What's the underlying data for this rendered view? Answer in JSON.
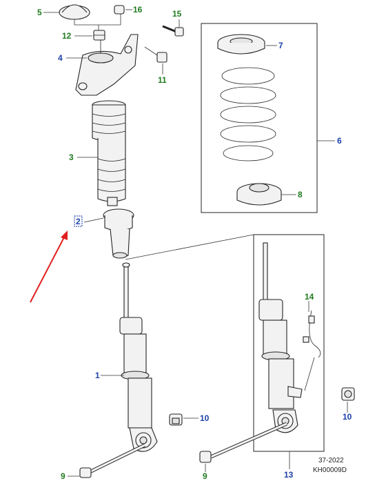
{
  "colors": {
    "callout_green": "#1f7a1f",
    "callout_blue": "#1a3fa8",
    "arrow": "#e02020",
    "line": "#222222"
  },
  "callouts": {
    "c1": "1",
    "c2": "2",
    "c3": "3",
    "c4": "4",
    "c5": "5",
    "c6": "6",
    "c7": "7",
    "c8": "8",
    "c9a": "9",
    "c9b": "9",
    "c10a": "10",
    "c10b": "10",
    "c11": "11",
    "c12": "12",
    "c13": "13",
    "c14": "14",
    "c15": "15",
    "c16": "16"
  },
  "reference": {
    "date_code": "37-2022",
    "drawing_id": "KH00009D"
  },
  "highlighted_item": "2",
  "icons": [
    "arrow-pointer-icon"
  ]
}
